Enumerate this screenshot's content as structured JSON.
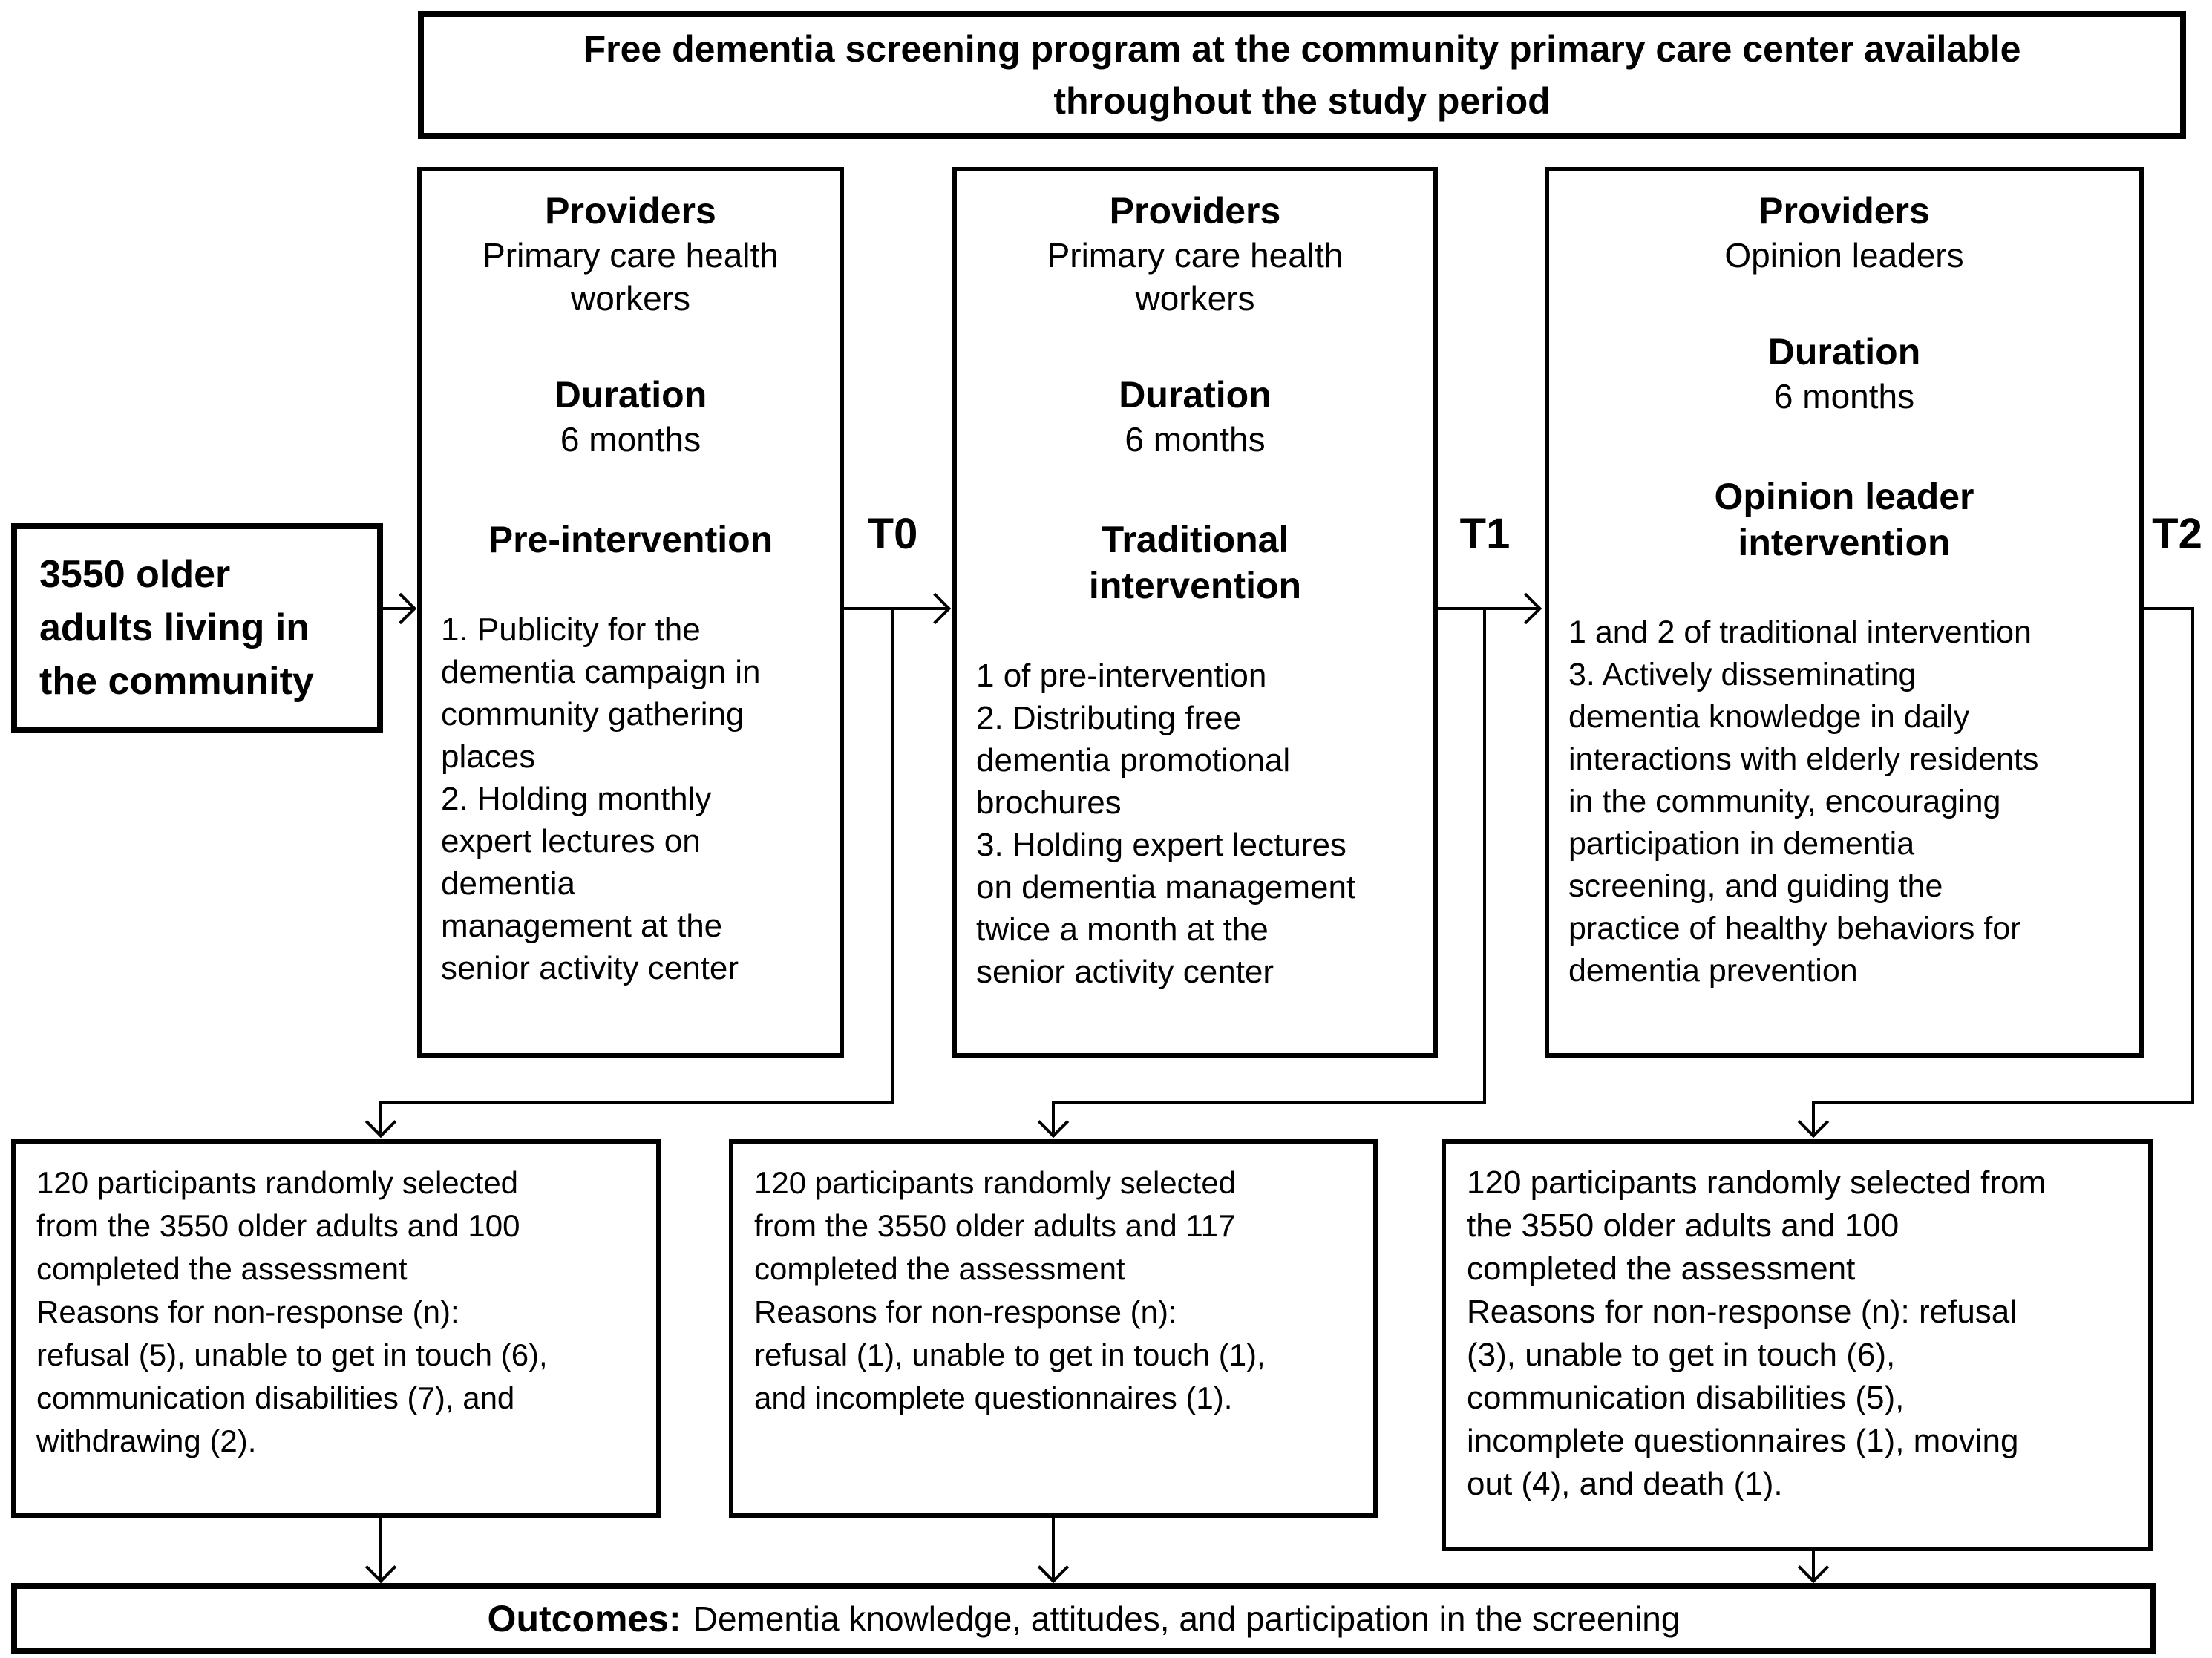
{
  "colors": {
    "foreground": "#000000",
    "background": "#ffffff"
  },
  "banner": {
    "title": "Free dementia screening program at the community primary care center available\nthroughout the study period"
  },
  "population": {
    "text": "3550 older\nadults living in\nthe community"
  },
  "timepoints": {
    "t0": "T0",
    "t1": "T1",
    "t2": "T2"
  },
  "interventions": [
    {
      "providers_label": "Providers",
      "providers": "Primary care health\nworkers",
      "duration_label": "Duration",
      "duration": "6 months",
      "title": "Pre-intervention",
      "items": "1. Publicity for the\ndementia campaign in\ncommunity gathering\nplaces\n2. Holding monthly\nexpert lectures on\ndementia\nmanagement at the\nsenior activity center"
    },
    {
      "providers_label": "Providers",
      "providers": "Primary care health\nworkers",
      "duration_label": "Duration",
      "duration": "6 months",
      "title": "Traditional\nintervention",
      "items": "1 of pre-intervention\n2. Distributing free\ndementia promotional\nbrochures\n3. Holding expert lectures\non dementia management\ntwice a month at the\nsenior activity center"
    },
    {
      "providers_label": "Providers",
      "providers": "Opinion leaders",
      "duration_label": "Duration",
      "duration": "6 months",
      "title": "Opinion leader\nintervention",
      "items": "1 and 2 of traditional intervention\n3. Actively disseminating\ndementia knowledge in daily\ninteractions with elderly residents\nin the community, encouraging\nparticipation in dementia\nscreening, and guiding the\npractice of healthy behaviors for\ndementia prevention"
    }
  ],
  "participants": [
    {
      "text": "120 participants randomly selected\nfrom the 3550 older adults and 100\ncompleted the assessment\nReasons for non-response (n):\nrefusal (5), unable to get in touch (6),\ncommunication disabilities (7), and\nwithdrawing (2)."
    },
    {
      "text": "120 participants randomly selected\nfrom the 3550 older adults and 117\ncompleted the assessment\nReasons for non-response (n):\nrefusal (1), unable to get in touch (1),\nand incomplete questionnaires (1)."
    },
    {
      "text": "120 participants randomly selected from\nthe 3550 older adults and 100\ncompleted the assessment\nReasons for non-response (n): refusal\n(3), unable to get in touch (6),\ncommunication disabilities (5),\nincomplete questionnaires (1), moving\nout (4), and death (1)."
    }
  ],
  "outcomes": {
    "label": "Outcomes:",
    "text": "Dementia knowledge, attitudes, and participation in the screening"
  }
}
